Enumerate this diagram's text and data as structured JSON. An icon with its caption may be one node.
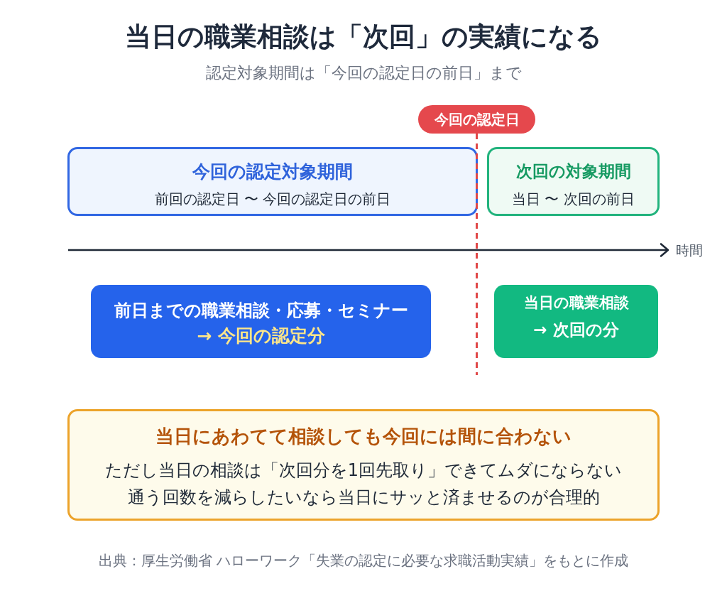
{
  "diagram": {
    "title": "当日の職業相談は「次回」の実績になる",
    "caption": "出典：厚生労働省 ハローワーク「失業の認定に必要な求職活動実績」をもとに作成",
    "nodes": [
      {
        "text": [
          "今回の認定日"
        ]
      },
      {
        "text": [
          "今回の認定対象期間",
          "前回の認定日 〜 今回の認定日の前日"
        ]
      },
      {
        "text": [
          "次回の対象期間",
          "当日 〜 次回の前日"
        ]
      },
      {
        "text": [
          "前日までの職業相談・応募・セミナー",
          "→ 今回の認定分"
        ]
      },
      {
        "text": [
          "当日の職業相談",
          "→ 次回の分"
        ]
      },
      {
        "text": [
          "当日にあわてて相談しても今回には間に合わない",
          "ただし当日の相談は「次回分を1回先取り」できてムダにならない",
          "通う回数を減らしたいなら当日にサッと済ませるのが合理的"
        ]
      }
    ],
    "labels": [
      "認定対象期間は「今回の認定日の前日」まで",
      "時間"
    ]
  }
}
